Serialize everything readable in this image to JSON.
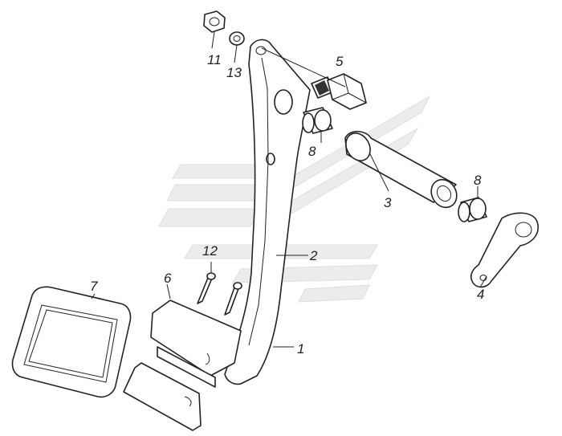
{
  "diagram": {
    "callouts": {
      "c1": "1",
      "c2": "2",
      "c3": "3",
      "c4": "4",
      "c5": "5",
      "c6": "6",
      "c7": "7",
      "c8a": "8",
      "c8b": "8",
      "c11": "11",
      "c12": "12",
      "c13": "13"
    }
  }
}
